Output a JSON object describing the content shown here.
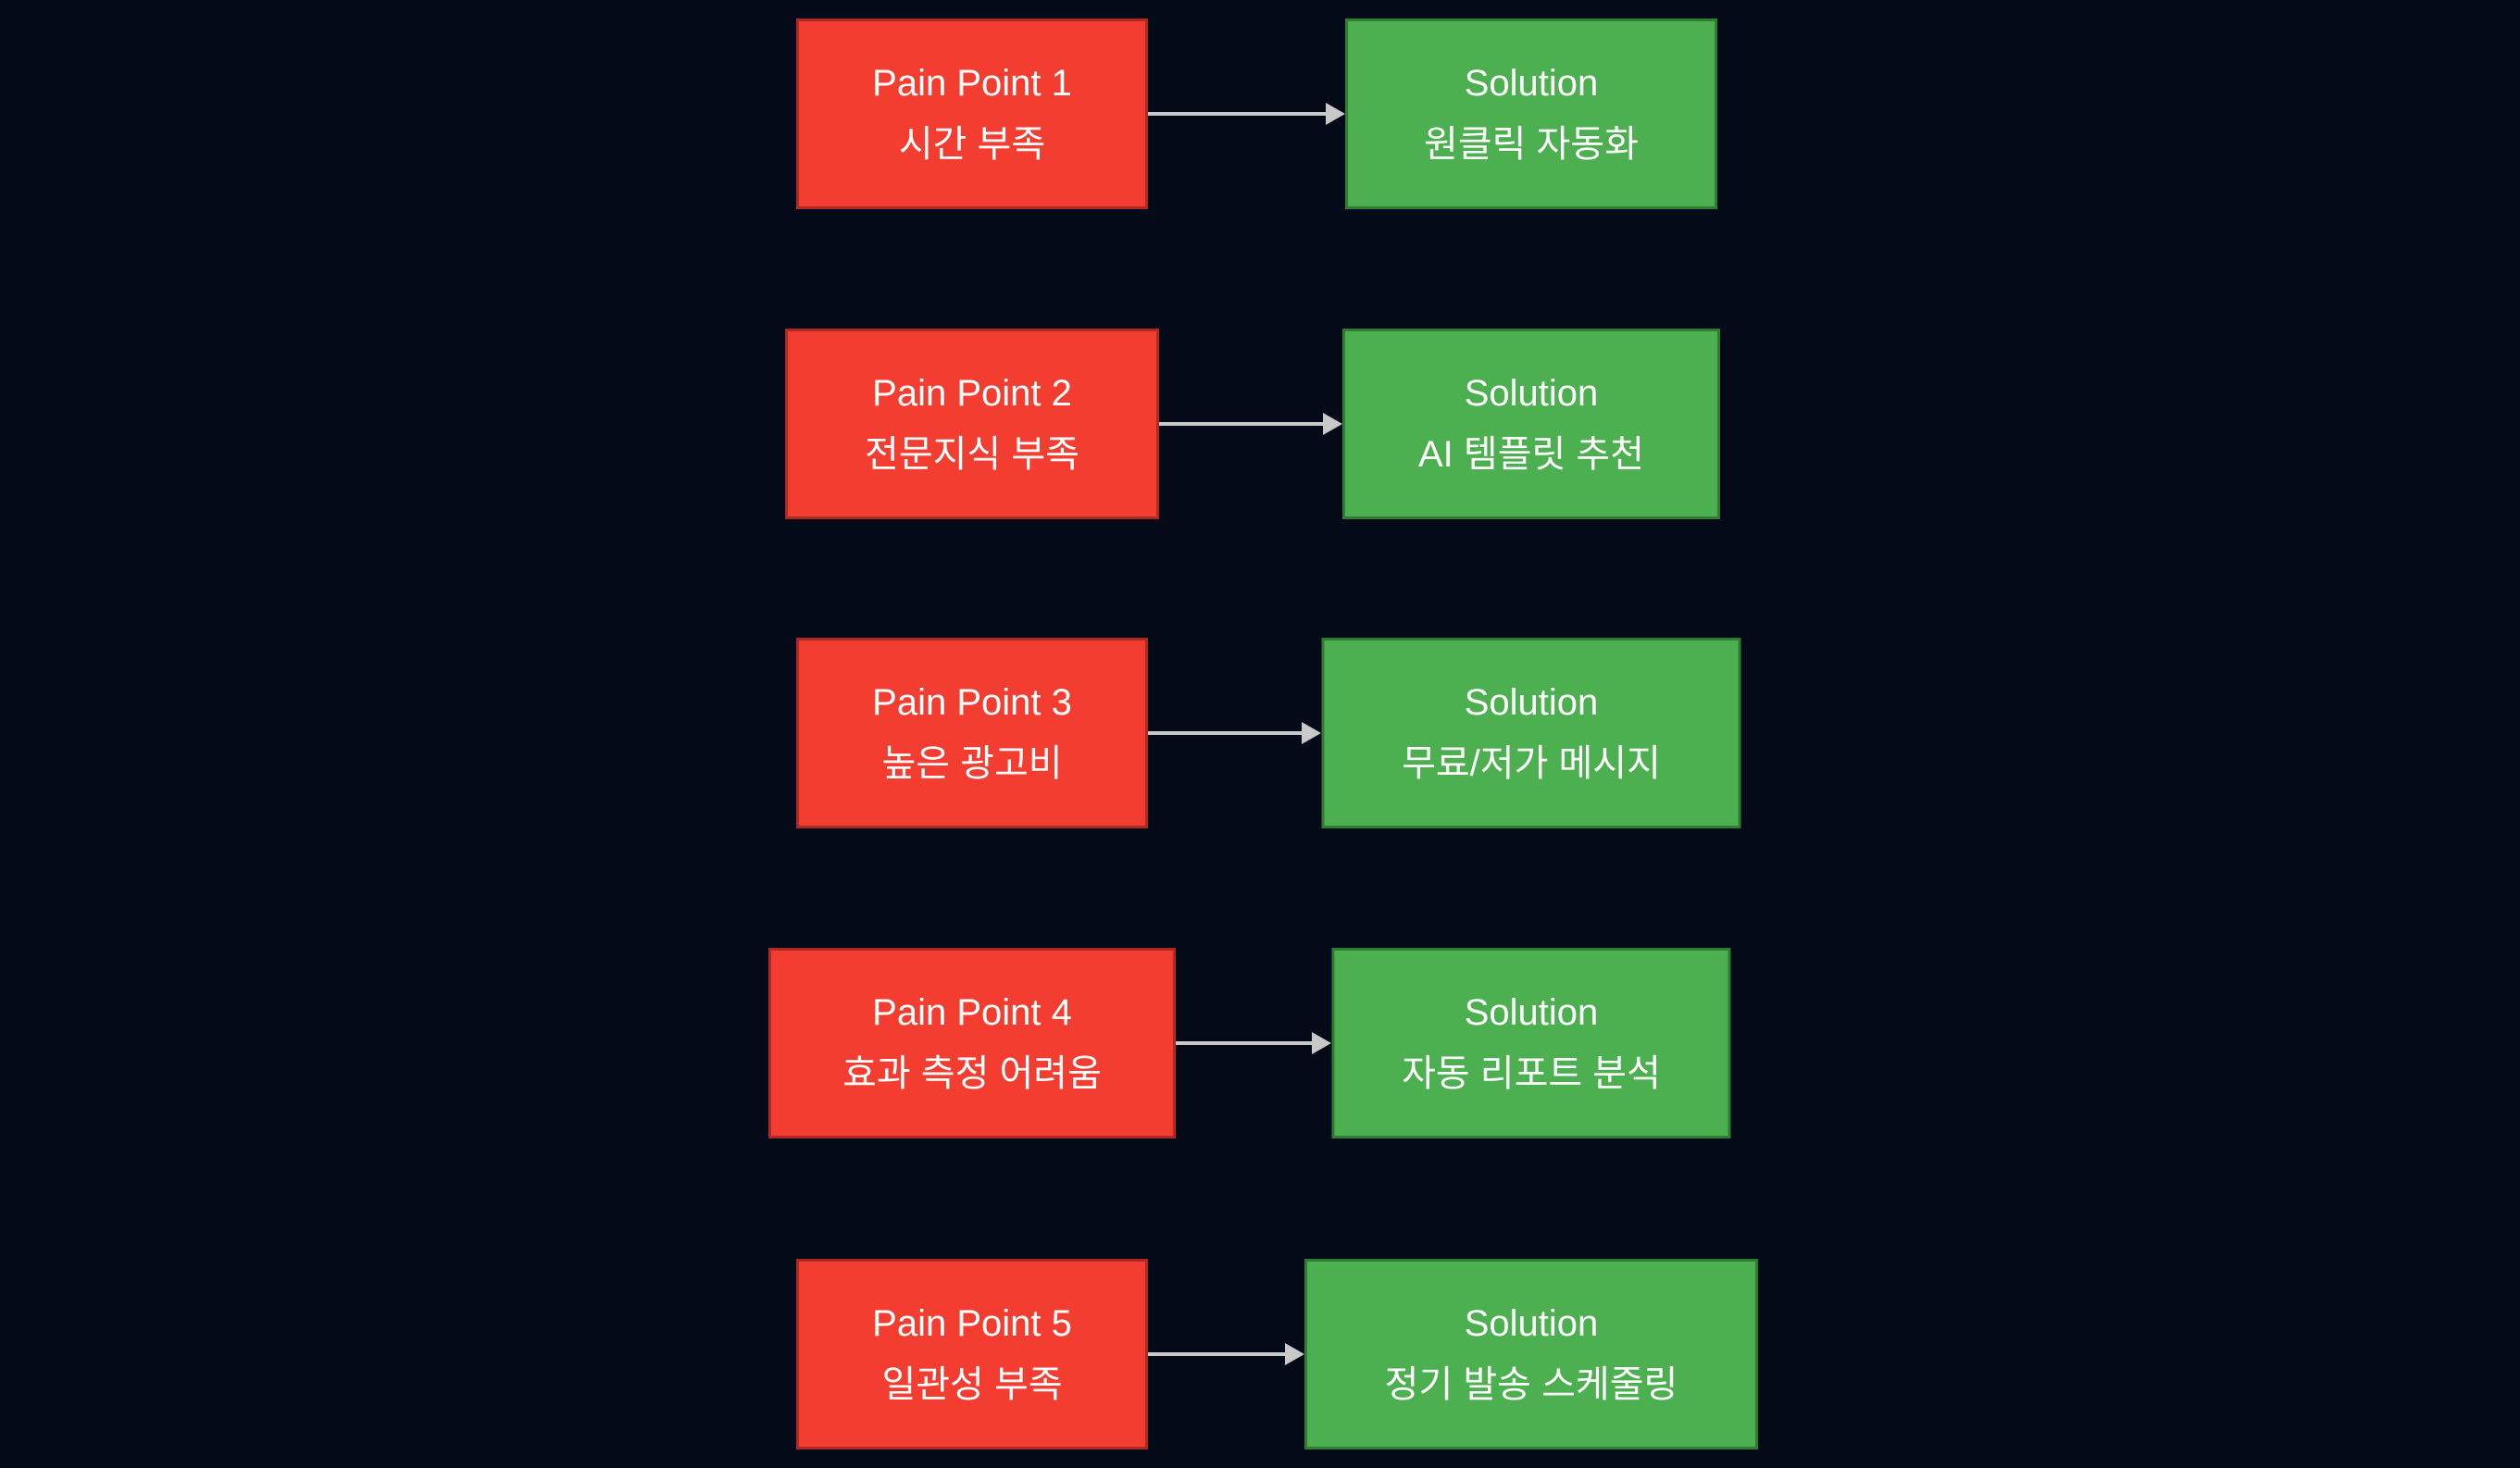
{
  "diagram": {
    "rows": [
      {
        "pain": {
          "title": "Pain Point 1",
          "detail": "시간 부족"
        },
        "solution": {
          "title": "Solution",
          "detail": "원클릭 자동화"
        }
      },
      {
        "pain": {
          "title": "Pain Point 2",
          "detail": "전문지식 부족"
        },
        "solution": {
          "title": "Solution",
          "detail": "AI 템플릿 추천"
        }
      },
      {
        "pain": {
          "title": "Pain Point 3",
          "detail": "높은 광고비"
        },
        "solution": {
          "title": "Solution",
          "detail": "무료/저가 메시지"
        }
      },
      {
        "pain": {
          "title": "Pain Point 4",
          "detail": "효과 측정 어려움"
        },
        "solution": {
          "title": "Solution",
          "detail": "자동 리포트 분석"
        }
      },
      {
        "pain": {
          "title": "Pain Point 5",
          "detail": "일관성 부족"
        },
        "solution": {
          "title": "Solution",
          "detail": "정기 발송 스케줄링"
        }
      }
    ]
  },
  "colors": {
    "background": "#040a18",
    "pain_fill": "#f33d30",
    "pain_border": "#ad2a24",
    "solution_fill": "#4caf50",
    "solution_border": "#2e7d32",
    "arrow": "#c9c9c9",
    "text": "#ffffff"
  }
}
